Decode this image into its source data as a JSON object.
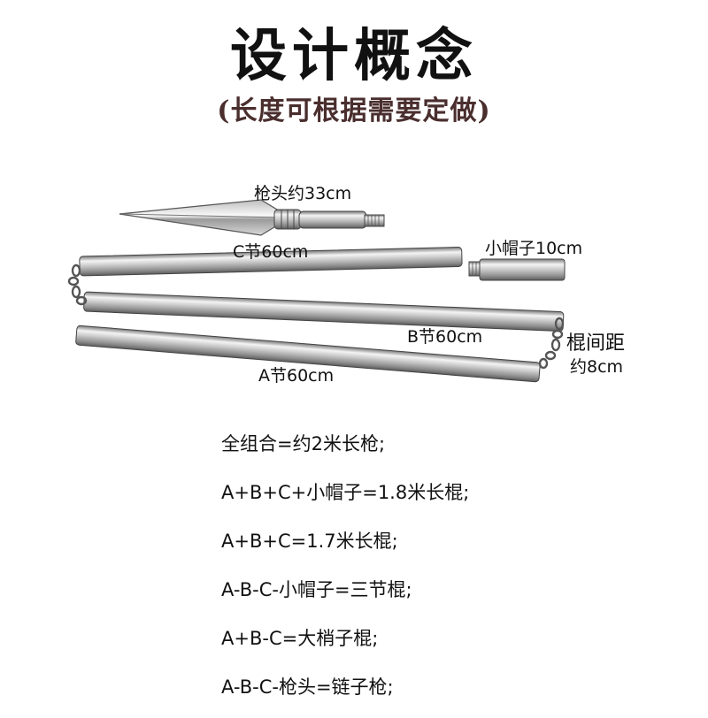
{
  "title": "设计概念",
  "subtitle": "(长度可根据需要定做)",
  "labels": {
    "spear_head": "枪头约33cm",
    "small_cap": "小帽子10cm",
    "section_c": "C节60cm",
    "section_b": "B节60cm",
    "section_a": "A节60cm",
    "spacing_line1": "棍间距",
    "spacing_line2": "约8cm"
  },
  "formulas": [
    "全组合=约2米长枪;",
    "A+B+C+小帽子=1.8米长棍;",
    "A+B+C=1.7米长棍;",
    "A-B-C-小帽子=三节棍;",
    "A+B-C=大梢子棍;",
    "A-B-C-枪头=链子枪;"
  ]
}
